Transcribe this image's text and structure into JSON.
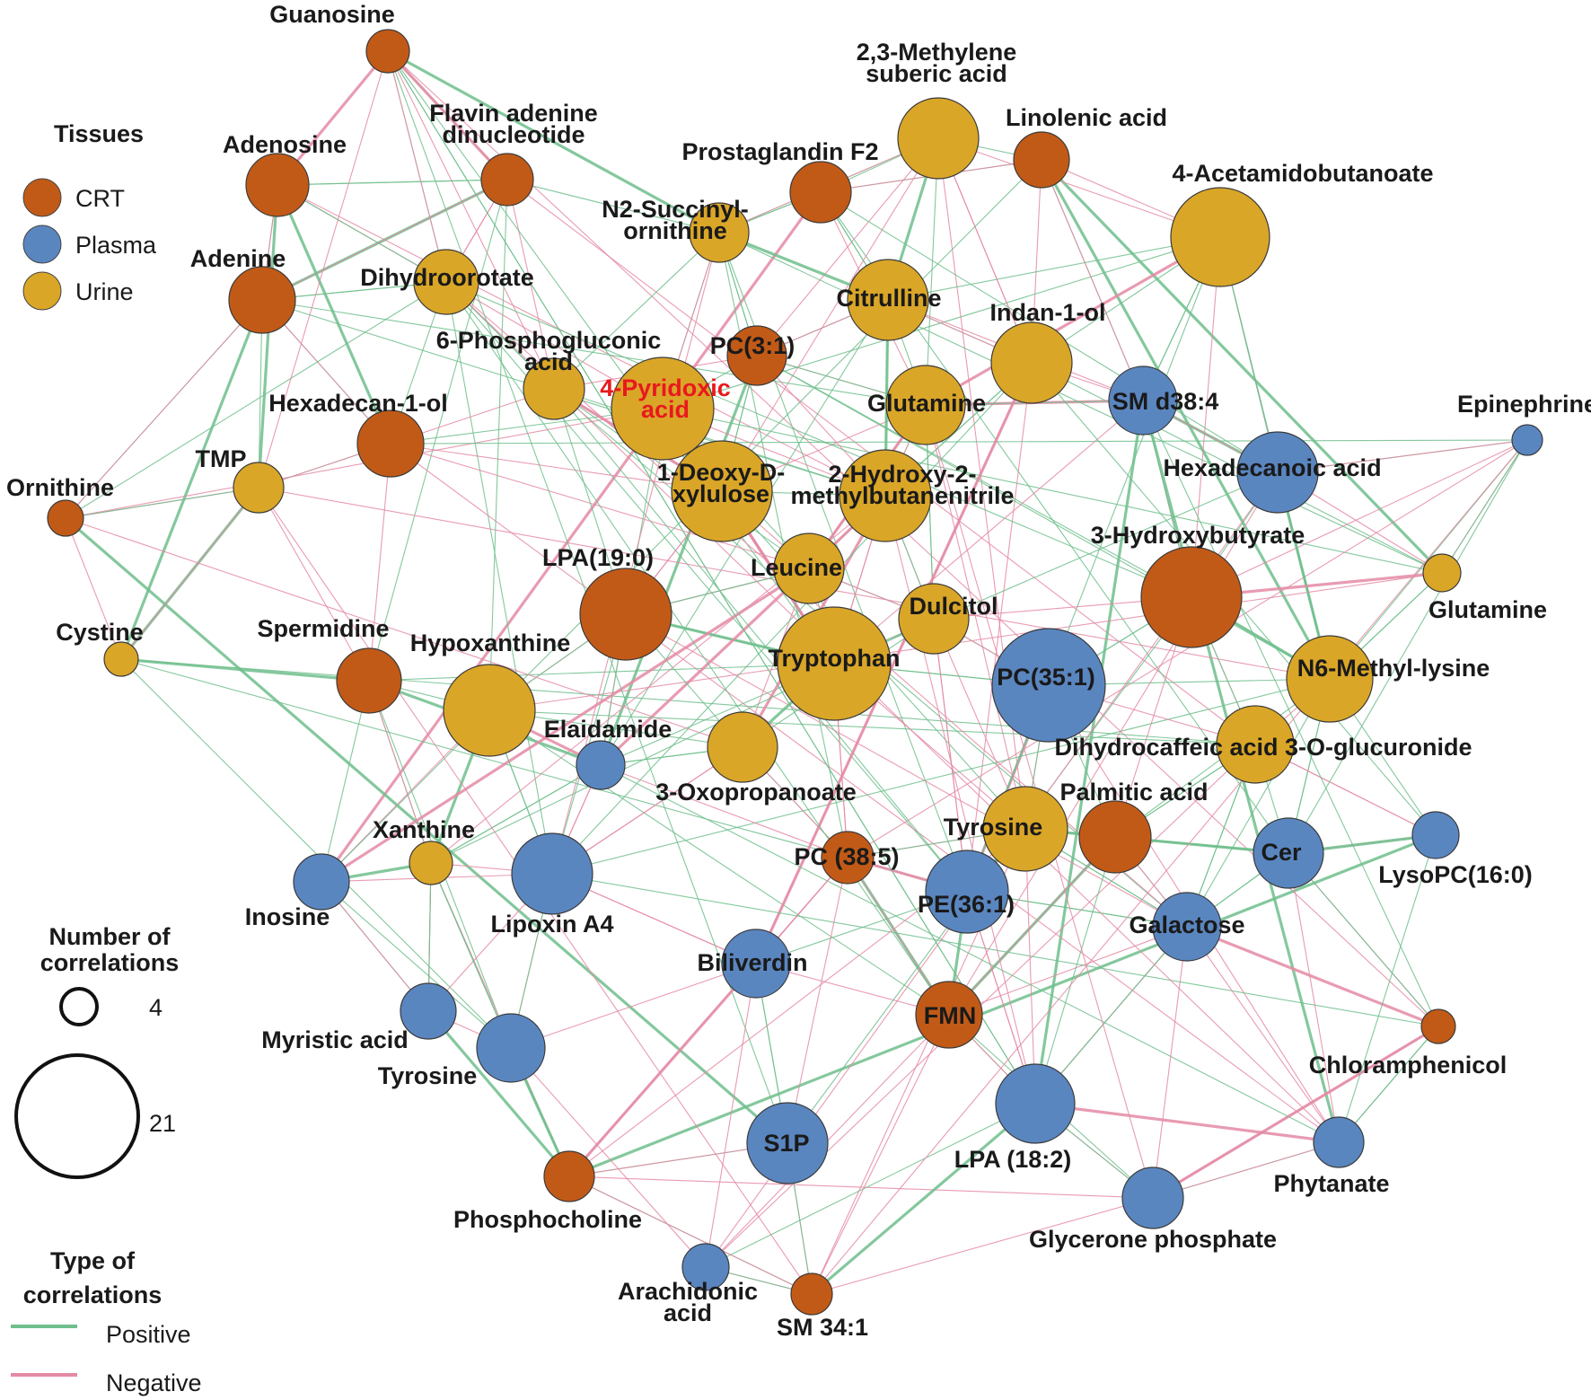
{
  "colors": {
    "crt": "#c25a17",
    "plasma": "#5a86c0",
    "urine": "#daa628",
    "positive": "#6fbe8c",
    "negative": "#e48aa4",
    "highlight": "#e8191d"
  },
  "legend": {
    "tissues_title": "Tissues",
    "tissues": [
      {
        "label": "CRT",
        "color": "#c25a17"
      },
      {
        "label": "Plasma",
        "color": "#5a86c0"
      },
      {
        "label": "Urine",
        "color": "#daa628"
      }
    ],
    "size_title_line1": "Number of",
    "size_title_line2": "correlations",
    "size_small_value": "4",
    "size_large_value": "21",
    "type_title_line1": "Type of",
    "type_title_line2": "correlations",
    "positive_label": "Positive",
    "negative_label": "Negative"
  },
  "nodes": [
    {
      "id": "guanosine",
      "label": [
        "Guanosine"
      ],
      "tissue": "crt"
    },
    {
      "id": "adenosine",
      "label": [
        "Adenosine"
      ],
      "tissue": "crt"
    },
    {
      "id": "fad",
      "label": [
        "Flavin adenine",
        "dinucleotide"
      ],
      "tissue": "crt"
    },
    {
      "id": "pgf2",
      "label": [
        "Prostaglandin F2"
      ],
      "tissue": "crt"
    },
    {
      "id": "methylsuberic",
      "label": [
        "2,3-Methylene",
        "suberic acid"
      ],
      "tissue": "urine"
    },
    {
      "id": "linolenic",
      "label": [
        "Linolenic acid"
      ],
      "tissue": "crt"
    },
    {
      "id": "acetamidobutanoate",
      "label": [
        "4-Acetamidobutanoate"
      ],
      "tissue": "urine"
    },
    {
      "id": "succinylornithine",
      "label": [
        "N2-Succinyl-",
        "ornithine"
      ],
      "tissue": "urine"
    },
    {
      "id": "adenine",
      "label": [
        "Adenine"
      ],
      "tissue": "crt"
    },
    {
      "id": "dihydroorotate",
      "label": [
        "Dihydroorotate"
      ],
      "tissue": "urine"
    },
    {
      "id": "citrulline",
      "label": [
        "Citrulline"
      ],
      "tissue": "urine"
    },
    {
      "id": "indanol",
      "label": [
        "Indan-1-ol"
      ],
      "tissue": "urine"
    },
    {
      "id": "pc31",
      "label": [
        "PC(3:1)"
      ],
      "tissue": "crt"
    },
    {
      "id": "phosphogluconic",
      "label": [
        "6-Phosphogluconic",
        "acid"
      ],
      "tissue": "urine"
    },
    {
      "id": "pyridoxic",
      "label": [
        "4-Pyridoxic",
        "acid"
      ],
      "tissue": "urine",
      "highlight": true
    },
    {
      "id": "glutamine_u",
      "label": [
        "Glutamine"
      ],
      "tissue": "urine"
    },
    {
      "id": "smd384",
      "label": [
        "SM d38:4"
      ],
      "tissue": "plasma"
    },
    {
      "id": "epinephrine",
      "label": [
        "Epinephrine"
      ],
      "tissue": "plasma"
    },
    {
      "id": "hexadecanol",
      "label": [
        "Hexadecan-1-ol"
      ],
      "tissue": "crt"
    },
    {
      "id": "hexadecanoic",
      "label": [
        "Hexadecanoic acid"
      ],
      "tissue": "plasma"
    },
    {
      "id": "ornithine",
      "label": [
        "Ornithine"
      ],
      "tissue": "crt"
    },
    {
      "id": "tmp",
      "label": [
        "TMP"
      ],
      "tissue": "urine"
    },
    {
      "id": "deoxyxylulose",
      "label": [
        "1-Deoxy-D-",
        "xylulose"
      ],
      "tissue": "urine"
    },
    {
      "id": "hydroxymethylbutanenitrile",
      "label": [
        "2-Hydroxy-2-",
        "methylbutanenitrile"
      ],
      "tissue": "urine"
    },
    {
      "id": "hydroxybutyrate",
      "label": [
        "3-Hydroxybutyrate"
      ],
      "tissue": "crt"
    },
    {
      "id": "lpa190",
      "label": [
        "LPA(19:0)"
      ],
      "tissue": "crt"
    },
    {
      "id": "leucine",
      "label": [
        "Leucine"
      ],
      "tissue": "urine"
    },
    {
      "id": "glutamine_2",
      "label": [
        "Glutamine"
      ],
      "tissue": "urine"
    },
    {
      "id": "cystine",
      "label": [
        "Cystine"
      ],
      "tissue": "urine"
    },
    {
      "id": "spermidine",
      "label": [
        "Spermidine"
      ],
      "tissue": "crt"
    },
    {
      "id": "hypoxanthine",
      "label": [
        "Hypoxanthine"
      ],
      "tissue": "urine"
    },
    {
      "id": "dulcitol",
      "label": [
        "Dulcitol"
      ],
      "tissue": "urine"
    },
    {
      "id": "tryptophan",
      "label": [
        "Tryptophan"
      ],
      "tissue": "urine"
    },
    {
      "id": "pc351",
      "label": [
        "PC(35:1)"
      ],
      "tissue": "plasma"
    },
    {
      "id": "methyllysine",
      "label": [
        "N6-Methyl-lysine"
      ],
      "tissue": "urine"
    },
    {
      "id": "elaidamide",
      "label": [
        "Elaidamide"
      ],
      "tissue": "plasma"
    },
    {
      "id": "oxopropanoate",
      "label": [
        "3-Oxopropanoate"
      ],
      "tissue": "urine"
    },
    {
      "id": "dihydrocaffeic",
      "label": [
        "Dihydrocaffeic acid 3-O-glucuronide"
      ],
      "tissue": "urine"
    },
    {
      "id": "palmitic",
      "label": [
        "Palmitic acid"
      ],
      "tissue": "crt"
    },
    {
      "id": "tyrosine_u",
      "label": [
        "Tyrosine"
      ],
      "tissue": "urine"
    },
    {
      "id": "xanthine",
      "label": [
        "Xanthine"
      ],
      "tissue": "urine"
    },
    {
      "id": "pc385",
      "label": [
        "PC (38:5)"
      ],
      "tissue": "crt"
    },
    {
      "id": "cer",
      "label": [
        "Cer"
      ],
      "tissue": "plasma"
    },
    {
      "id": "lysopc160",
      "label": [
        "LysoPC(16:0)"
      ],
      "tissue": "plasma"
    },
    {
      "id": "inosine",
      "label": [
        "Inosine"
      ],
      "tissue": "plasma"
    },
    {
      "id": "lipoxina4",
      "label": [
        "Lipoxin A4"
      ],
      "tissue": "plasma"
    },
    {
      "id": "pe361",
      "label": [
        "PE(36:1)"
      ],
      "tissue": "plasma"
    },
    {
      "id": "galactose",
      "label": [
        "Galactose"
      ],
      "tissue": "plasma"
    },
    {
      "id": "biliverdin",
      "label": [
        "Biliverdin"
      ],
      "tissue": "plasma"
    },
    {
      "id": "myristic",
      "label": [
        "Myristic acid"
      ],
      "tissue": "plasma"
    },
    {
      "id": "fmn",
      "label": [
        "FMN"
      ],
      "tissue": "crt"
    },
    {
      "id": "tyrosine_p",
      "label": [
        "Tyrosine"
      ],
      "tissue": "plasma"
    },
    {
      "id": "chloramphenicol",
      "label": [
        "Chloramphenicol"
      ],
      "tissue": "crt"
    },
    {
      "id": "s1p",
      "label": [
        "S1P"
      ],
      "tissue": "plasma"
    },
    {
      "id": "lpa182",
      "label": [
        "LPA (18:2)"
      ],
      "tissue": "plasma"
    },
    {
      "id": "phytanate",
      "label": [
        "Phytanate"
      ],
      "tissue": "plasma"
    },
    {
      "id": "phosphocholine",
      "label": [
        "Phosphocholine"
      ],
      "tissue": "crt"
    },
    {
      "id": "glyceronephosphate",
      "label": [
        "Glycerone phosphate"
      ],
      "tissue": "plasma"
    },
    {
      "id": "arachidonic",
      "label": [
        "Arachidonic",
        "acid"
      ],
      "tissue": "plasma"
    },
    {
      "id": "sm341",
      "label": [
        "SM 34:1"
      ],
      "tissue": "crt"
    }
  ]
}
